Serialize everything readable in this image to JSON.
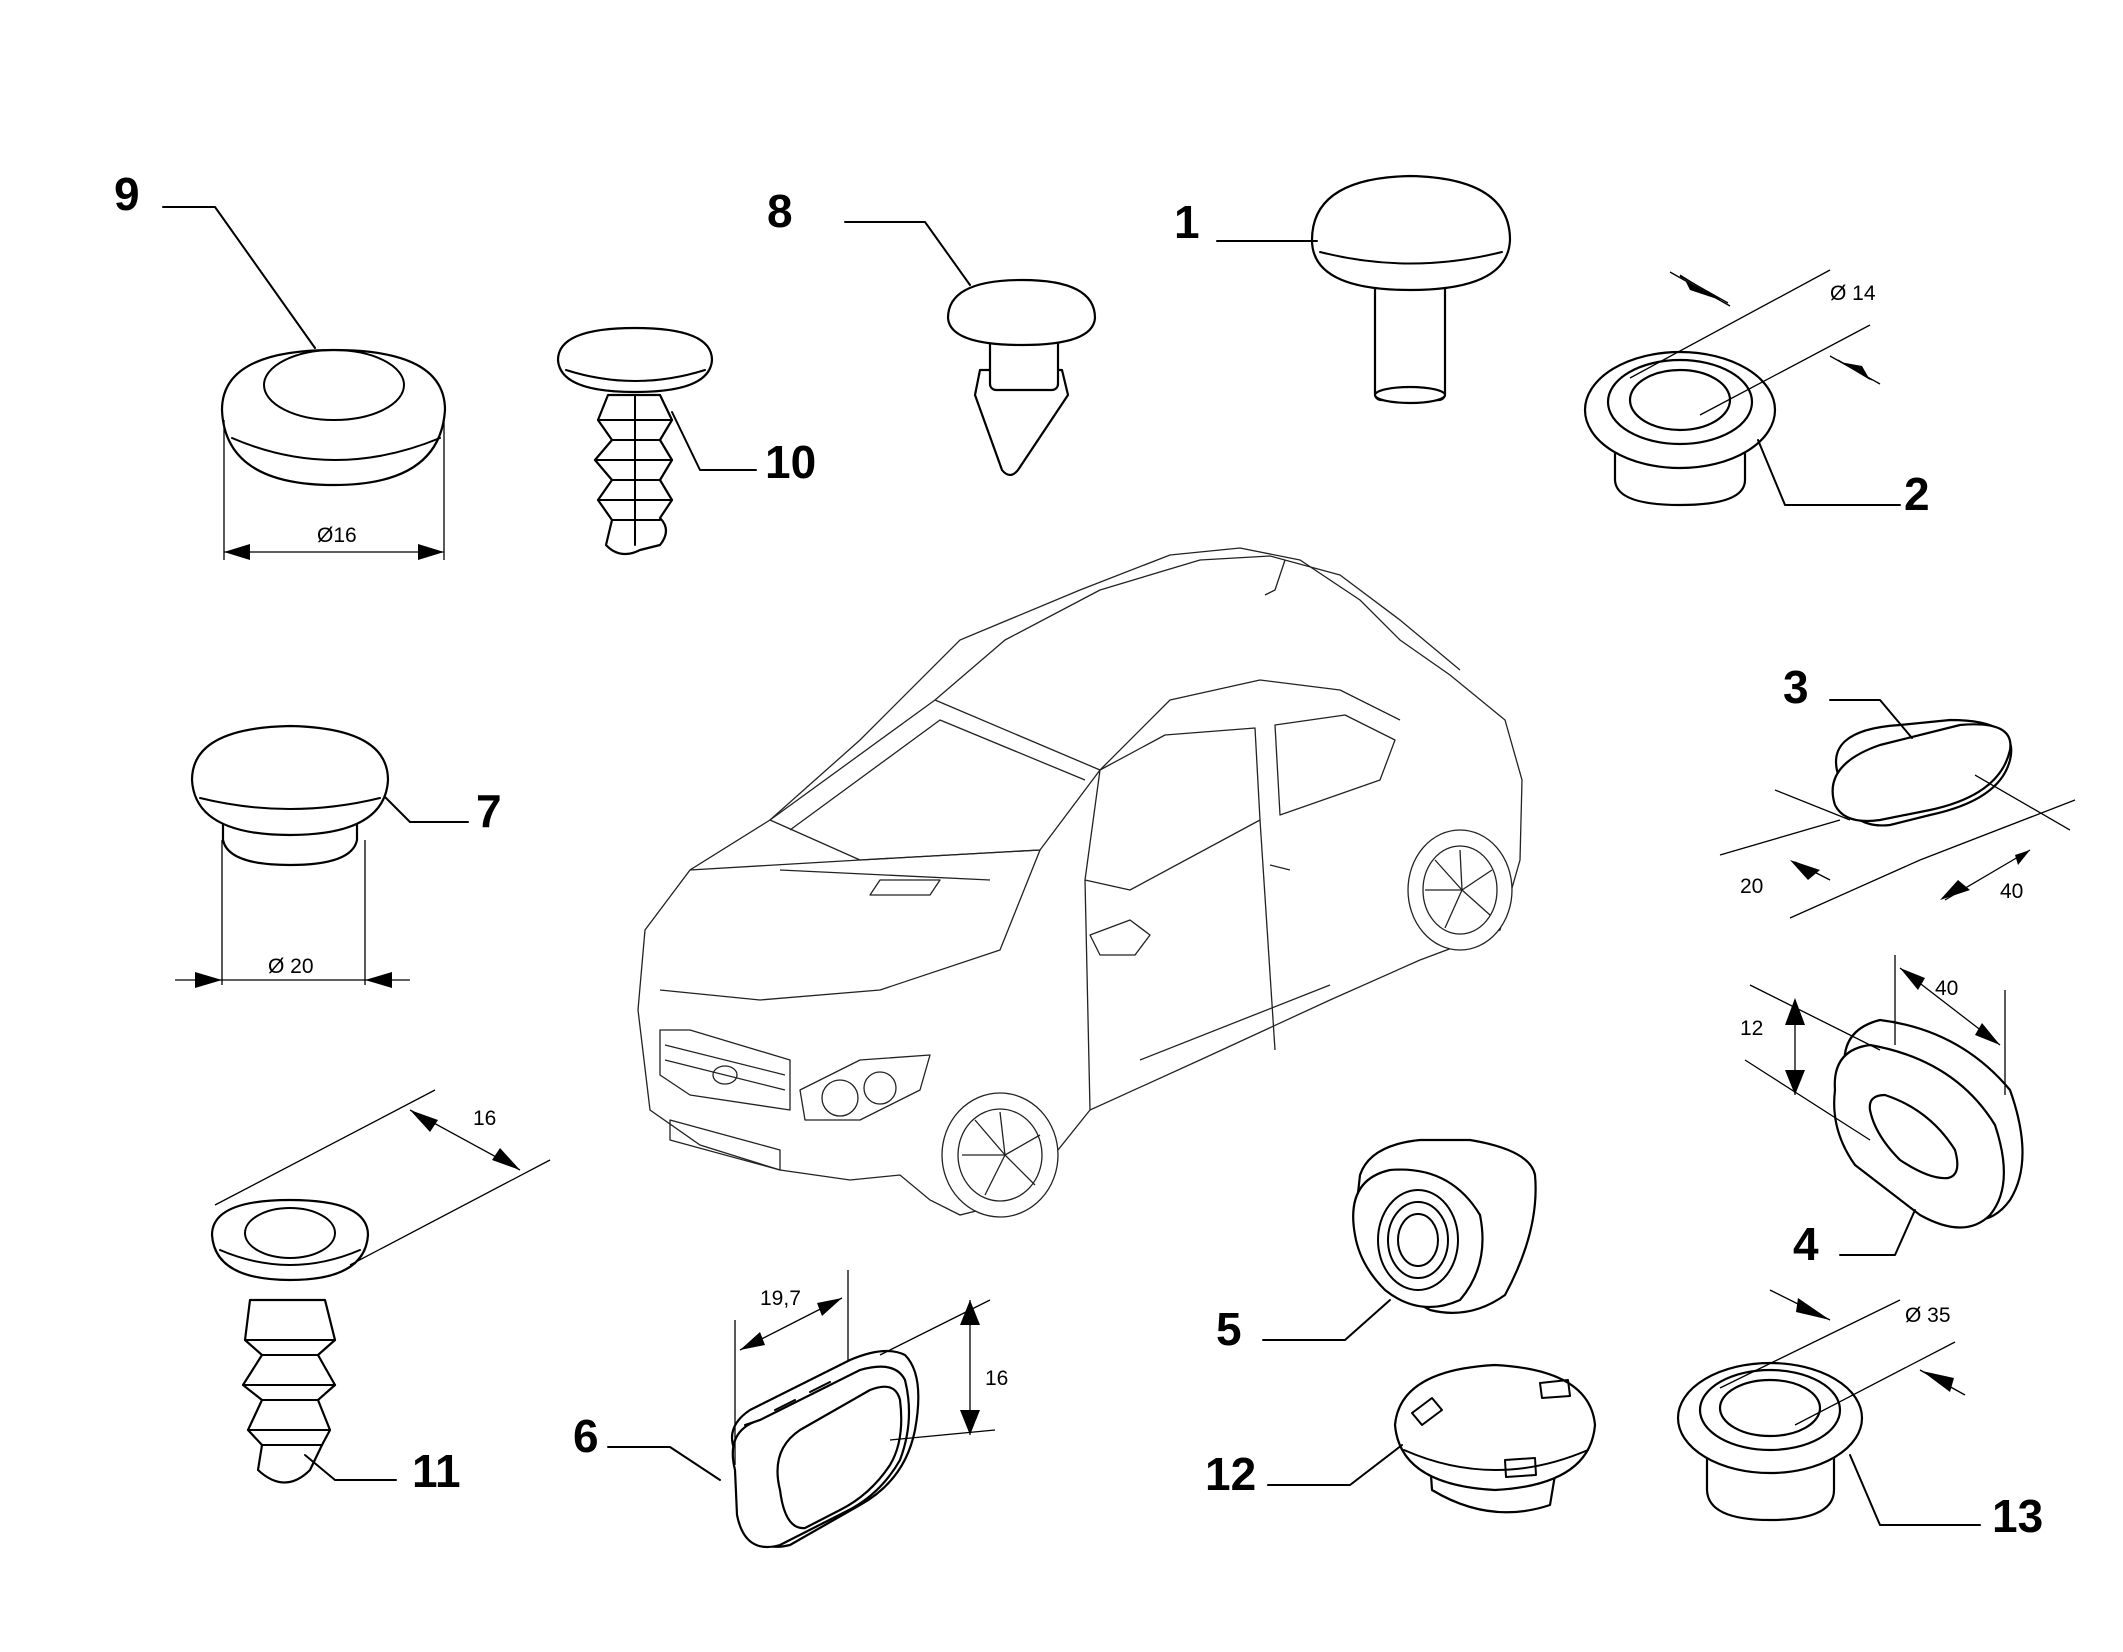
{
  "parts": [
    {
      "id": "1",
      "label": "1"
    },
    {
      "id": "2",
      "label": "2",
      "dimension": "Ø 14"
    },
    {
      "id": "3",
      "label": "3",
      "dimension_width": "20",
      "dimension_length": "40"
    },
    {
      "id": "4",
      "label": "4",
      "dimension_height": "12",
      "dimension_length": "40"
    },
    {
      "id": "5",
      "label": "5"
    },
    {
      "id": "6",
      "label": "6",
      "dimension_width": "19,7",
      "dimension_height": "16"
    },
    {
      "id": "7",
      "label": "7",
      "dimension": "Ø 20"
    },
    {
      "id": "8",
      "label": "8"
    },
    {
      "id": "9",
      "label": "9",
      "dimension": "Ø16"
    },
    {
      "id": "10",
      "label": "10"
    },
    {
      "id": "11",
      "label": "11",
      "dimension": "16"
    },
    {
      "id": "12",
      "label": "12"
    },
    {
      "id": "13",
      "label": "13",
      "dimension": "Ø 35"
    }
  ]
}
